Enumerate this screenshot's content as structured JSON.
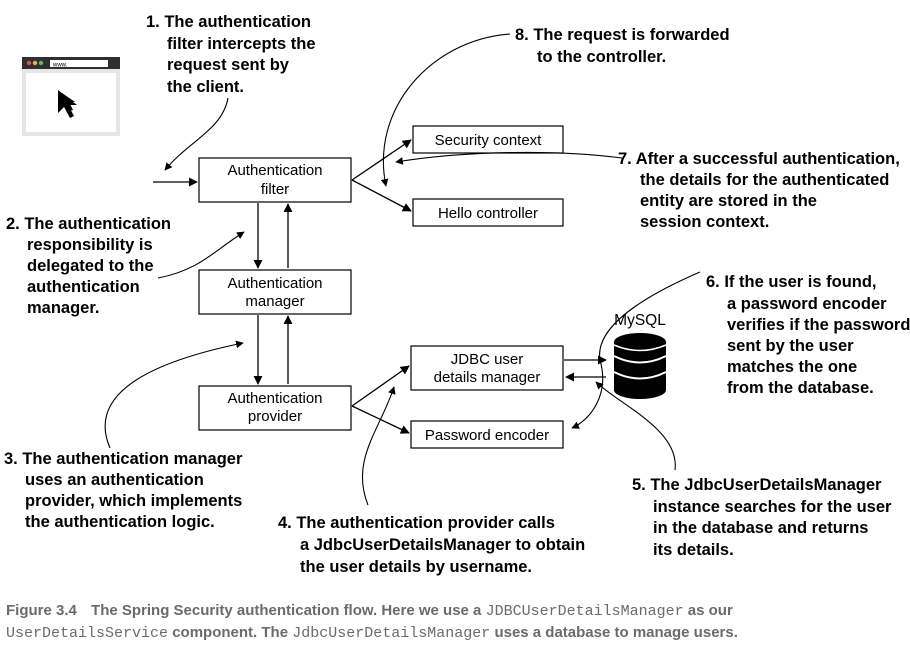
{
  "boxes": {
    "auth_filter": [
      "Authentication",
      "filter"
    ],
    "auth_manager": [
      "Authentication",
      "manager"
    ],
    "auth_provider": [
      "Authentication",
      "provider"
    ],
    "security_context": "Security context",
    "hello_controller": "Hello controller",
    "jdbc_manager": [
      "JDBC user",
      "details manager"
    ],
    "password_encoder": "Password encoder"
  },
  "database": {
    "label": "MySQL",
    "icon": "database-icon"
  },
  "client": {
    "address_text": "www.",
    "icon": "browser-window-icon"
  },
  "annotations": {
    "step1": [
      "1. The authentication",
      "filter intercepts the",
      "request sent by",
      "the client."
    ],
    "step2": [
      "2. The authentication",
      "responsibility is",
      "delegated to the",
      "authentication",
      "manager."
    ],
    "step3": [
      "3. The authentication manager",
      "uses an authentication",
      "provider, which implements",
      "the authentication logic."
    ],
    "step4": [
      "4. The authentication provider calls",
      "a JdbcUserDetailsManager to obtain",
      "the user details by username."
    ],
    "step5": [
      "5. The JdbcUserDetailsManager",
      "instance searches for the user",
      "in the database and returns",
      "its details."
    ],
    "step6": [
      "6. If the user is found,",
      "a password encoder",
      "verifies if the password",
      "sent by the user",
      "matches the one",
      "from the database."
    ],
    "step7": [
      "7. After a successful authentication,",
      "the details for the authenticated",
      "entity are stored in the",
      "session context."
    ],
    "step8": [
      "8. The request is forwarded",
      "to the controller."
    ]
  },
  "caption": {
    "figure_number": "Figure 3.4",
    "text_a": "The Spring Security authentication flow. Here we use a",
    "code_a": "JDBCUserDetailsManager",
    "text_b": "as our",
    "code_b": "UserDetailsService",
    "text_c": "component. The",
    "code_c": "JdbcUserDetailsManager",
    "text_d": "uses a database to manage users."
  }
}
